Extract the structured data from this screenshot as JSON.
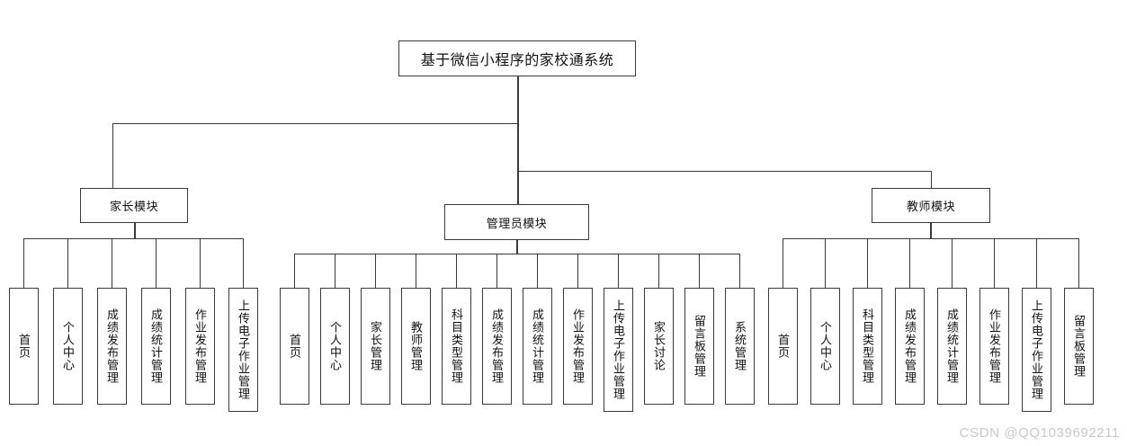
{
  "diagram": {
    "type": "tree",
    "title": "基于微信小程序的家校通系统",
    "root": {
      "label": "基于微信小程序的家校通系统"
    },
    "modules": [
      {
        "id": "parent",
        "label": "家长模块",
        "children": [
          "首页",
          "个人中心",
          "成绩发布管理",
          "成绩统计管理",
          "作业发布管理",
          "上传电子作业管理"
        ]
      },
      {
        "id": "admin",
        "label": "管理员模块",
        "children": [
          "首页",
          "个人中心",
          "家长管理",
          "教师管理",
          "科目类型管理",
          "成绩发布管理",
          "成绩统计管理",
          "作业发布管理",
          "上传电子作业管理",
          "家长讨论",
          "留言板管理",
          "系统管理"
        ]
      },
      {
        "id": "teacher",
        "label": "教师模块",
        "children": [
          "首页",
          "个人中心",
          "科目类型管理",
          "成绩发布管理",
          "成绩统计管理",
          "作业发布管理",
          "上传电子作业管理",
          "留言板管理"
        ]
      }
    ]
  },
  "watermark": {
    "text": "CSDN @QQ1039692211"
  },
  "colors": {
    "line": "#3a3a3a",
    "box_border": "#3a3a3a",
    "background": "#ffffff",
    "text": "#111111",
    "watermark": "#c9c9c9"
  }
}
